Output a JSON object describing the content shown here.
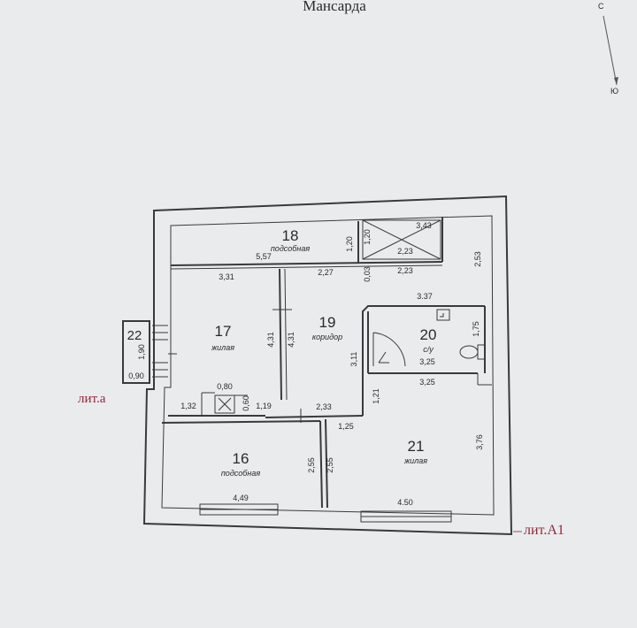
{
  "sheet": {
    "title": "Мансарда",
    "compass": {
      "north": "С",
      "south": "Ю"
    },
    "labels": {
      "lit_a": "лит.а",
      "lit_a1": "лит.А1"
    }
  },
  "rooms": {
    "r18": {
      "num": "18",
      "name": "подсобная"
    },
    "r17": {
      "num": "17",
      "name": "жилая"
    },
    "r19": {
      "num": "19",
      "name": "коридор"
    },
    "r20": {
      "num": "20",
      "name": "с/у"
    },
    "r21": {
      "num": "21",
      "name": "жилая"
    },
    "r16": {
      "num": "16",
      "name": "подсобная"
    },
    "r22": {
      "num": "22"
    }
  },
  "dims": {
    "d343": "3,43",
    "d120a": "1,20",
    "d120b": "1,20",
    "d223a": "2,23",
    "d223b": "2,23",
    "d557": "5,57",
    "d227": "2,27",
    "d253": "2,53",
    "d003": "0,03",
    "d331": "3,31",
    "d337": "3.37",
    "d175": "1,75",
    "d431a": "4,31",
    "d431b": "4,31",
    "d311": "3,11",
    "d325a": "3,25",
    "d325b": "3,25",
    "d121": "1,21",
    "d080": "0,80",
    "d060": "0,60",
    "d132": "1,32",
    "d119": "1,19",
    "d233": "2,33",
    "d125": "1,25",
    "d376": "3,76",
    "d255a": "2,55",
    "d255b": "2,55",
    "d449": "4,49",
    "d450": "4.50",
    "d190": "1,90",
    "d090": "0,90"
  }
}
